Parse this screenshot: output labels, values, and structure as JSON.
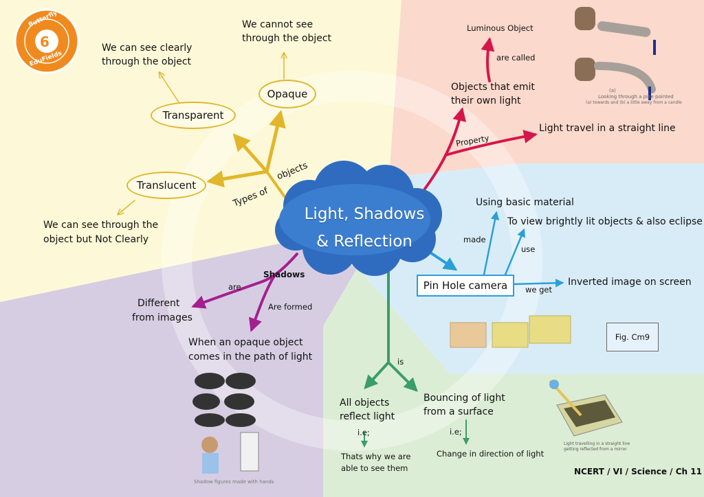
{
  "title_line1": "Light, Shadows",
  "title_line2": "& Reflection",
  "logo": {
    "top": "Butterfly",
    "bottom": "EduFields",
    "number": "6"
  },
  "objects": {
    "link_label_1": "Types of",
    "link_label_2": "objects",
    "transparent": "Transparent",
    "transparent_desc_1": "We can see clearly",
    "transparent_desc_2": "through the object",
    "opaque": "Opaque",
    "opaque_desc_1": "We cannot see",
    "opaque_desc_2": "through the object",
    "translucent": "Translucent",
    "translucent_desc_1": "We can see through the",
    "translucent_desc_2": "object but Not Clearly"
  },
  "light": {
    "emit_1": "Objects that emit",
    "emit_2": "their own light",
    "are_called": "are called",
    "luminous": "Luminous Object",
    "property": "Property",
    "straight": "Light travel in a straight line",
    "pipe_caption_1": "(a)",
    "pipe_caption_2": "Looking through a pipe pointed",
    "pipe_caption_3": "(a) towards and (b) a little away from a candle"
  },
  "pinhole": {
    "label": "Pin Hole camera",
    "made": "made",
    "material": "Using basic material",
    "use": "use",
    "view": "To view brightly lit objects & also eclipse",
    "we_get": "we get",
    "inverted": "Inverted image on screen",
    "fig": "Fig. Cm9"
  },
  "shadows": {
    "label": "Shadows",
    "are": "are",
    "different_1": "Different",
    "different_2": "from images",
    "are_formed": "Are formed",
    "opaque_path_1": "When an opaque object",
    "opaque_path_2": "comes in the path of light",
    "photo_caption": "Shadow figures made with hands"
  },
  "reflection": {
    "is": "is",
    "all_1": "All objects",
    "all_2": "reflect light",
    "bounce_1": "Bouncing of light",
    "bounce_2": "from a surface",
    "ie1": "i.e;",
    "ie2": "i.e;",
    "see_1": "Thats why we are",
    "see_2": "able to see them",
    "change": "Change in direction of light",
    "mirror_caption_1": "Light travelling in a straight line",
    "mirror_caption_2": "getting reflected from a mirror"
  },
  "footer": "NCERT /  VI / Science /  Ch 11",
  "colors": {
    "yellow_bg": "#fdf9d8",
    "pink_bg": "#fbd9cc",
    "blue_bg": "#d8ecf8",
    "purple_bg": "#d6cde2",
    "green_bg": "#dcedd5",
    "yellow_arrow": "#e2b62a",
    "red_arrow": "#d6164a",
    "blue_arrow": "#2a9fd8",
    "purple_arrow": "#a3208e",
    "green_arrow": "#3a9d6a",
    "cloud": "#2f6cc0"
  }
}
